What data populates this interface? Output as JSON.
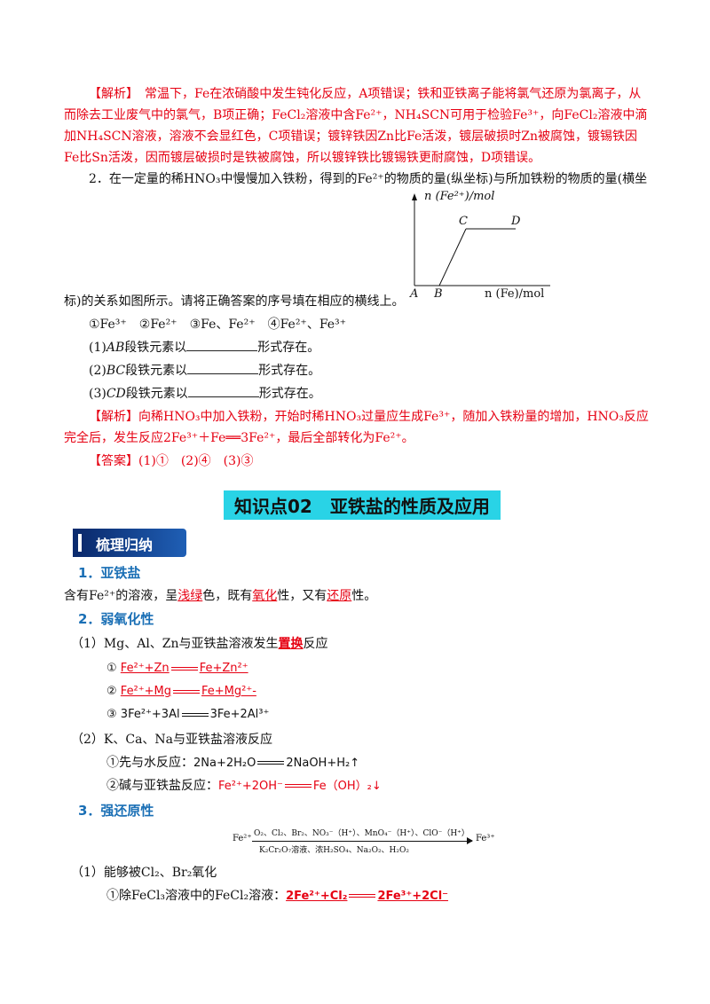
{
  "analysis1": {
    "line1": "【解析】　常温下，Fe在浓硝酸中发生钝化反应，A项错误；铁和亚铁离子能将氯气还原为氯离子，从",
    "line2": "而除去工业废气中的氯气，B项正确；FeCl₂溶液中含Fe²⁺，NH₄SCN可用于检验Fe³⁺，向FeCl₂溶液中滴",
    "line3": "加NH₄SCN溶液，溶液不会显红色，C项错误；镀锌铁因Zn比Fe活泼，镀层破损时Zn被腐蚀，镀锡铁因",
    "line4": "Fe比Sn活泼，因而镀层破损时是铁被腐蚀，所以镀锌铁比镀锡铁更耐腐蚀，D项错误。"
  },
  "q2": {
    "line1": "2．在一定量的稀HNO₃中慢慢加入铁粉，得到的Fe²⁺的物质的量(纵坐标)与所加铁粉的物质的量(横坐",
    "line2": "标)的关系如图所示。请将正确答案的序号填在相应的横线上。",
    "options": "①Fe³⁺　②Fe²⁺　③Fe、Fe²⁺　④Fe²⁺、Fe³⁺",
    "q1_a": "(1)",
    "q1_b": "AB",
    "q1_c": "段铁元素以",
    "q1_d": "形式存在。",
    "q2_a": "(2)",
    "q2_b": "BC",
    "q2_c": "段铁元素以",
    "q2_d": "形式存在。",
    "q3_a": "(3)",
    "q3_b": "CD",
    "q3_c": "段铁元素以",
    "q3_d": "形式存在。",
    "analysis_line1": "【解析】向稀HNO₃中加入铁粉，开始时稀HNO₃过量应生成Fe³⁺，随加入铁粉量的增加，HNO₃反应",
    "analysis_line2": "完全后，发生反应2Fe³⁺＋Fe══3Fe²⁺，最后全部转化为Fe²⁺。",
    "answer": "【答案】(1)①　(2)④　(3)③"
  },
  "graph": {
    "ylabel": "n (Fe²⁺)/mol",
    "xlabel": "n (Fe)/mol",
    "pA": "A",
    "pB": "B",
    "pC": "C",
    "pD": "D"
  },
  "section": {
    "title": "知识点02　亚铁盐的性质及应用",
    "banner": "梳理归纳"
  },
  "s1": {
    "title": "1．亚铁盐",
    "text_a": "含有Fe²⁺的溶液，呈",
    "text_b": "浅绿",
    "text_c": "色，既有",
    "text_d": "氧化",
    "text_e": "性，又有",
    "text_f": "还原",
    "text_g": "性。"
  },
  "s2": {
    "title": "2．弱氧化性",
    "sub1_a": "（1）Mg、Al、Zn与亚铁盐溶液发生",
    "sub1_b": "置换",
    "sub1_c": "反应",
    "eq1_n": "①",
    "eq1_l": "Fe²⁺+Zn",
    "eq1_r": "Fe+Zn²⁺",
    "eq2_n": "②",
    "eq2_l": "Fe²⁺+Mg",
    "eq2_r": "Fe+Mg²⁺-",
    "eq3_n": "③",
    "eq3_l": "3Fe²⁺+3Al",
    "eq3_r": "3Fe+2Al³⁺",
    "sub2": "（2）K、Ca、Na与亚铁盐溶液反应",
    "step1_a": "①先与水反应：",
    "step1_l": "2Na+2H₂O",
    "step1_r": "2NaOH+H₂↑",
    "step2_a": "②碱与亚铁盐反应：",
    "step2_l": "Fe²⁺+2OH⁻",
    "step2_r": "Fe（OH）₂↓"
  },
  "s3": {
    "title": "3．强还原性",
    "scheme_left": "Fe²⁺",
    "scheme_top": "O₂、Cl₂、Br₂、NO₃⁻（H⁺）、MnO₄⁻（H⁺）、ClO⁻（H⁺）",
    "scheme_bottom": "K₂Cr₂O₇溶液、浓H₂SO₄、Na₂O₂、H₂O₂",
    "scheme_right": "Fe³⁺",
    "sub1": "（1）能够被Cl₂、Br₂氧化",
    "item1_a": "①除FeCl₃溶液中的FeCl₂溶液：",
    "item1_l": "2Fe²⁺+Cl₂",
    "item1_r": "2Fe³⁺+2Cl⁻"
  }
}
